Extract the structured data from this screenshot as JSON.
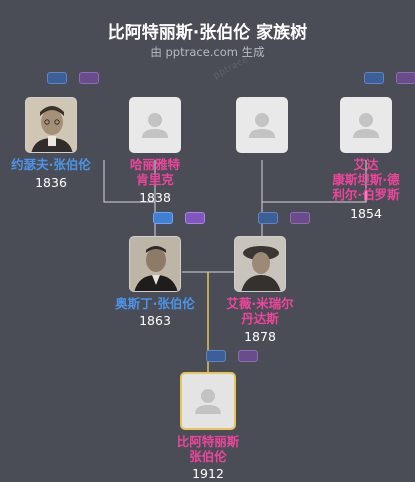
{
  "header": {
    "title": "比阿特丽斯·张伯伦 家族树",
    "subtitle": "由 pptrace.com 生成",
    "watermark": "pptrace"
  },
  "colors": {
    "male_name": "#4b94e8",
    "female_name": "#f0449c",
    "background": "#4a4d56",
    "focus_border": "#e8c55a",
    "connector": "#d8d8d8",
    "focus_connector": "#e8c55a"
  },
  "people": {
    "joseph": {
      "name": "约瑟夫·张伯伦",
      "year": "1836"
    },
    "harriet": {
      "name": "哈丽雅特\n肯里克",
      "year": "1838"
    },
    "unknown": {
      "name": "",
      "year": ""
    },
    "ida": {
      "name": "艾达\n康斯坦斯·德\n利尔·伯罗斯",
      "year": "1854"
    },
    "austen": {
      "name": "奥斯丁·张伯伦",
      "year": "1863"
    },
    "ivy": {
      "name": "艾薇·米瑞尔\n丹达斯",
      "year": "1878"
    },
    "beatrice": {
      "name": "比阿特丽斯\n张伯伦",
      "year": "1912"
    }
  },
  "icons": {
    "placeholder": "person-silhouette-icon",
    "toggle_parents": "expand-parents-toggle",
    "toggle_family": "expand-family-toggle"
  }
}
